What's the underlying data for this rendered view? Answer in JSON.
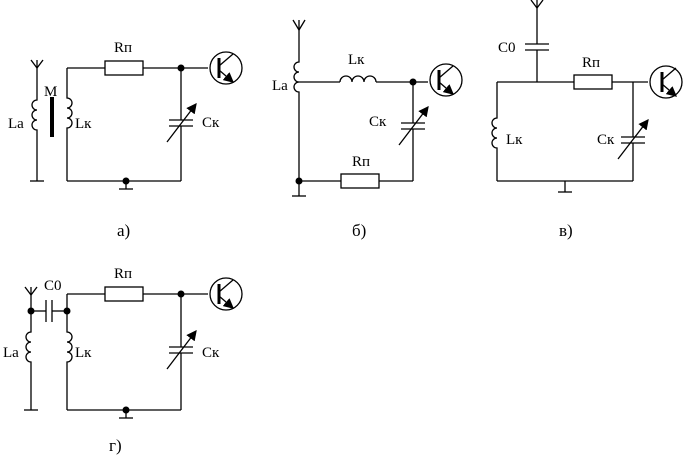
{
  "diagrams": {
    "a": {
      "caption": "а)",
      "labels": {
        "la": "La",
        "m": "M",
        "lk": "Lк",
        "rp": "Rп",
        "ck": "Cк"
      }
    },
    "b": {
      "caption": "б)",
      "labels": {
        "la": "La",
        "lk": "Lк",
        "ck": "Cк",
        "rp": "Rп"
      }
    },
    "v": {
      "caption": "в)",
      "labels": {
        "c0": "C0",
        "rp": "Rп",
        "lk": "Lк",
        "ck": "Cк"
      }
    },
    "g": {
      "caption": "г)",
      "labels": {
        "c0": "C0",
        "la": "La",
        "lk": "Lк",
        "rp": "Rп",
        "ck": "Cк"
      }
    }
  }
}
